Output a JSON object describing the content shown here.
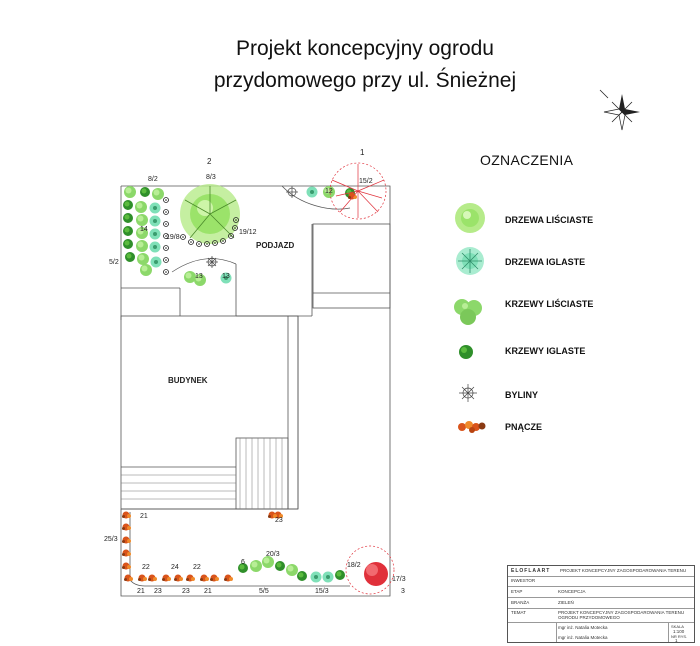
{
  "title": {
    "line1": "Projekt koncepcyjny ogrodu",
    "line2": "przydomowego przy ul. Śnieżnej"
  },
  "legend": {
    "heading": "OZNACZENIA",
    "items": [
      {
        "label": "DRZEWA LIŚCIASTE",
        "icon": "deciduous-tree-icon",
        "color": "#9be36a"
      },
      {
        "label": "DRZEWA IGLASTE",
        "icon": "coniferous-tree-icon",
        "color": "#7fe0b8"
      },
      {
        "label": "KRZEWY LIŚCIASTE",
        "icon": "deciduous-shrub-icon",
        "color": "#8cd86a"
      },
      {
        "label": "KRZEWY IGLASTE",
        "icon": "coniferous-shrub-icon",
        "color": "#2f8f2a"
      },
      {
        "label": "BYLINY",
        "icon": "perennials-icon",
        "color": "#888888"
      },
      {
        "label": "PNĄCZE",
        "icon": "climbers-icon",
        "color": "#d9541b"
      }
    ]
  },
  "plan": {
    "building_label": "BUDYNEK",
    "driveway_label": "PODJAZD",
    "plant_labels": [
      "2",
      "1",
      "8/2",
      "8/3",
      "15/2",
      "12",
      "19/8",
      "19/12",
      "5/2",
      "13",
      "14",
      "21",
      "25/3",
      "22",
      "24",
      "23",
      "20/3",
      "6",
      "5/5",
      "15/3",
      "18/2",
      "17/3",
      "3"
    ]
  },
  "title_block": {
    "company": "ELOFLAART",
    "project_title": "PROJEKT KONCEPCYJNY ZAGOSPODAROWANIA TERENU",
    "rows": [
      {
        "key": "INWESTOR",
        "value": ""
      },
      {
        "key": "ETAP",
        "value": "KONCEPCJA"
      },
      {
        "key": "BRANŻA",
        "value": "ZIELEŃ"
      },
      {
        "key": "TEMAT",
        "value": "PROJEKT KONCEPCYJNY ZAGOSPODAROWANIA TERENU OGRODU PRZYDOMOWEGO"
      }
    ],
    "author1": "mgr inż. Natalia Motecka",
    "author2": "mgr inż. Natalia Motecka",
    "scale_label": "SKALA",
    "scale": "1:100",
    "sheet_label": "NR RYS.",
    "sheet": "1"
  },
  "colors": {
    "deciduous_tree": "#9be36a",
    "coniferous_tree": "#7fe0b8",
    "deciduous_shrub": "#8cd86a",
    "coniferous_shrub": "#2f8f2a",
    "climber": "#d9541b",
    "red_tree": "#e0303a",
    "line": "#555555"
  }
}
